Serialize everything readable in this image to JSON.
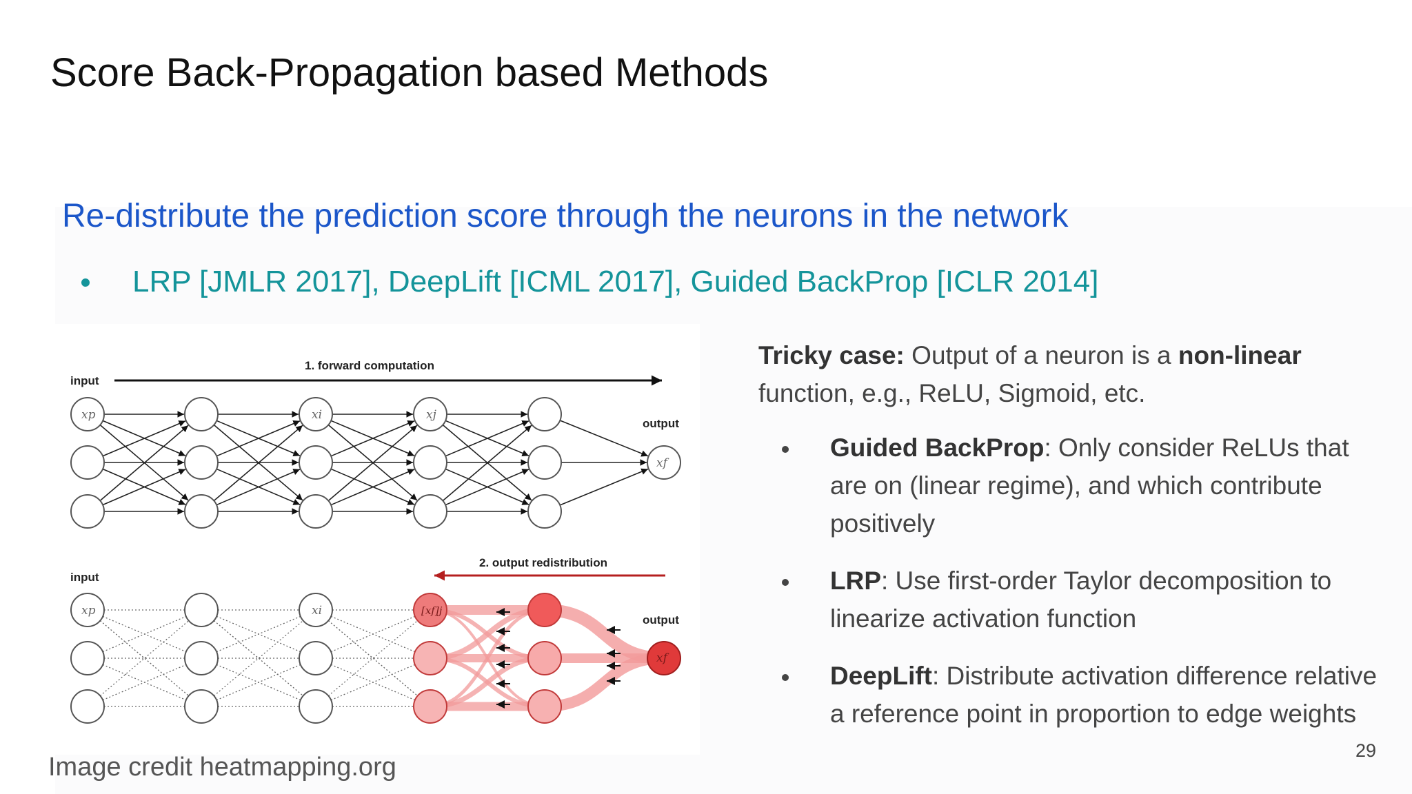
{
  "slide": {
    "title": "Score Back-Propagation based Methods",
    "subtitle": "Re-distribute the prediction score through the neurons in the network",
    "methods_bullet": "LRP [JMLR 2017], DeepLift [ICML 2017], Guided BackProp [ICLR 2014]",
    "image_credit": "Image credit heatmapping.org",
    "page_number": "29"
  },
  "figure": {
    "forward_label": "1. forward computation",
    "redistribution_label": "2. output redistribution",
    "input_label_top": "input",
    "input_label_bottom": "input",
    "output_label_top": "output",
    "output_label_bottom": "output",
    "node_xp": "xp",
    "node_xi": "xi",
    "node_xj": "xj",
    "node_xf": "xf",
    "node_xf_j": "[xf]j"
  },
  "content": {
    "tricky_label": "Tricky case:",
    "tricky_text_1": " Output of a neuron is a ",
    "tricky_bold": "non-linear",
    "tricky_text_2": " function, e.g., ReLU, Sigmoid, etc.",
    "bullets": [
      {
        "term": "Guided BackProp",
        "text": ": Only consider ReLUs that are on (linear regime), and which contribute positively"
      },
      {
        "term": "LRP",
        "text": ": Use first-order Taylor decomposition to linearize activation function"
      },
      {
        "term": "DeepLift",
        "text": ": Distribute activation difference relative a reference point in proportion to edge weights"
      }
    ]
  },
  "colors": {
    "title": "#111111",
    "subtitle": "#1b56c9",
    "methods": "#14949a",
    "relevance_red": "#e03a3a"
  }
}
